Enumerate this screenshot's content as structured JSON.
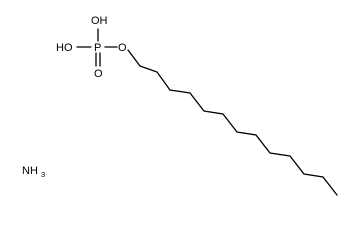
{
  "molecule": {
    "atoms": {
      "oh_top": "OH",
      "oh_left": "HO",
      "phosphorus": "P",
      "oxygen_double": "O",
      "oxygen_ester": "O"
    },
    "counterion": {
      "symbol": "NH",
      "subscript": "3"
    }
  }
}
